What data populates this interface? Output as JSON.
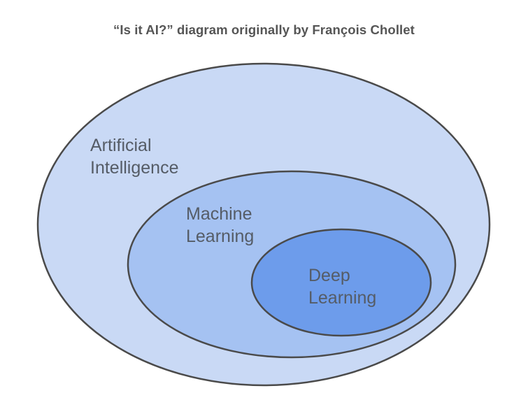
{
  "title": "“Is it AI?” diagram originally by François Chollet",
  "sets": [
    {
      "id": "ai",
      "label_lines": [
        "Artificial",
        "Intelligence"
      ],
      "fill": "#c9d9f5"
    },
    {
      "id": "ml",
      "label_lines": [
        "Machine",
        "Learning"
      ],
      "fill": "#a5c2f2"
    },
    {
      "id": "dl",
      "label_lines": [
        "Deep",
        "Learning"
      ],
      "fill": "#6d9ceb"
    }
  ],
  "colors": {
    "outline": "#4a4a4a",
    "label": "#555c66",
    "title": "#555555"
  }
}
